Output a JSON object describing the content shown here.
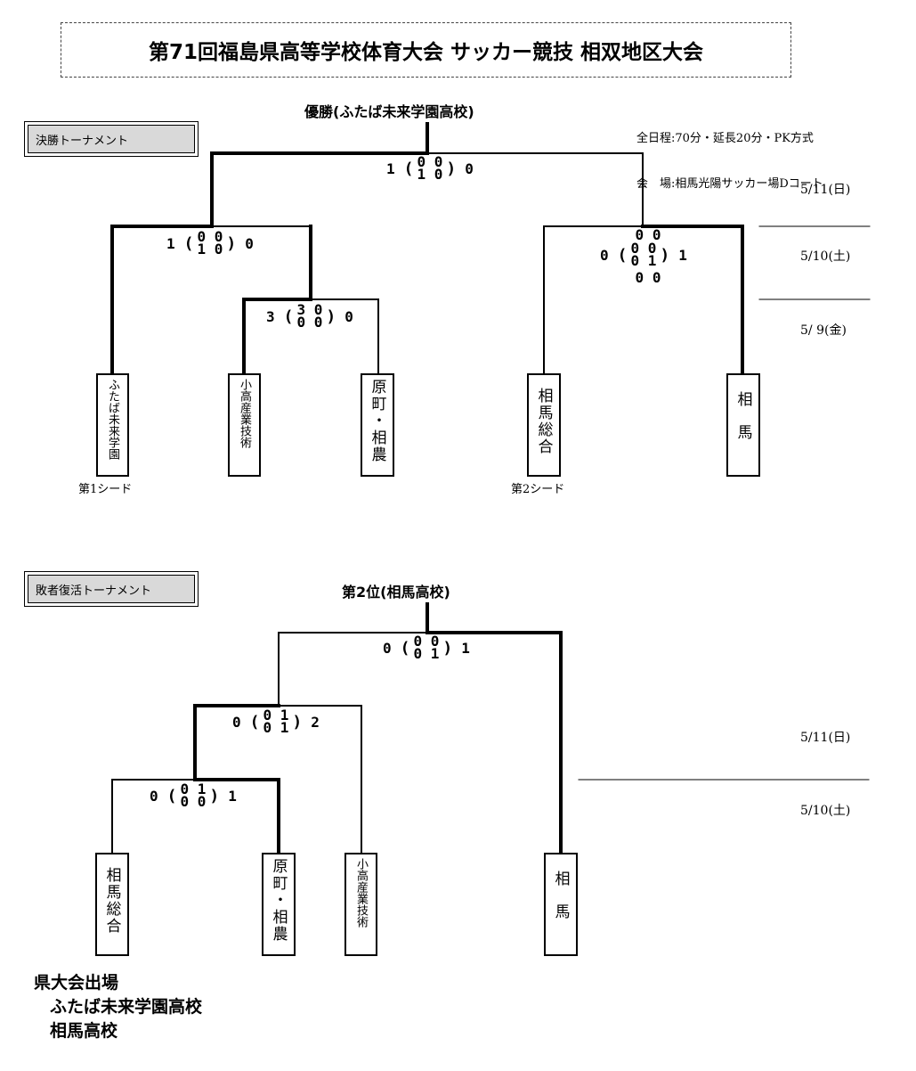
{
  "title": "第71回福島県高等学校体育大会 サッカー競技 相双地区大会",
  "info": {
    "line1": "全日程:70分・延長20分・PK方式",
    "line2": "会　場:相馬光陽サッカー場Dコート"
  },
  "main": {
    "label": "決勝トーナメント",
    "winner": "優勝(ふたば未来学園高校)",
    "dates": [
      "5/11(日)",
      "5/10(土)",
      "5/ 9(金)"
    ],
    "teams": [
      "ふたば未来学園",
      "小高産業技術",
      "原町・相農",
      "相馬総合",
      "相馬"
    ],
    "seeds": [
      "第1シード",
      "第2シード"
    ],
    "scores": {
      "final": {
        "left": "1",
        "top": "0 0",
        "bottom": "1 0",
        "right": "0"
      },
      "semi_left": {
        "left": "1",
        "top": "0 0",
        "bottom": "1 0",
        "right": "0"
      },
      "r1": {
        "left": "3",
        "top": "3 0",
        "bottom": "0 0",
        "right": "0"
      },
      "semi_right": {
        "left": "0",
        "pre": "0 0",
        "top": "0 0",
        "bottom": "0 1",
        "post": "0 0",
        "right": "1"
      }
    }
  },
  "repechage": {
    "label": "敗者復活トーナメント",
    "winner": "第2位(相馬高校)",
    "dates": [
      "5/11(日)",
      "5/10(土)"
    ],
    "teams": [
      "相馬総合",
      "原町・相農",
      "小高産業技術",
      "相馬"
    ],
    "scores": {
      "final": {
        "left": "0",
        "top": "0 0",
        "bottom": "0 1",
        "right": "1"
      },
      "semi": {
        "left": "0",
        "top": "0 1",
        "bottom": "0 1",
        "right": "2"
      },
      "r1": {
        "left": "0",
        "top": "0 1",
        "bottom": "0 0",
        "right": "1"
      }
    }
  },
  "qualify": {
    "heading": "県大会出場",
    "teams": [
      "ふたば未来学園高校",
      "相馬高校"
    ]
  }
}
